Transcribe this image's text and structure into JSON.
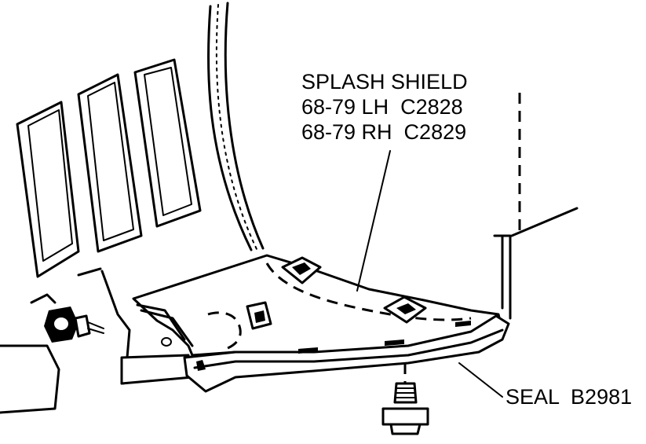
{
  "callouts": {
    "splash_shield": {
      "title": "SPLASH SHIELD",
      "lh": "68-79 LH  C2828",
      "rh": "68-79 RH  C2829"
    },
    "seal": "SEAL  B2981"
  },
  "colors": {
    "ink": "#000000",
    "paper": "#ffffff"
  }
}
